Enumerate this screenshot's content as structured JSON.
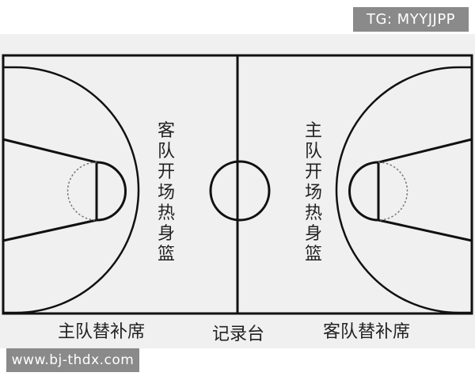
{
  "watermark_top": "TG: MYYJJPP",
  "watermark_bottom": "www.bj-thdx.com",
  "court": {
    "left_warmup": "客队开场热身篮",
    "right_warmup": "主队开场热身篮",
    "left_bench": "主队替补席",
    "scorer_table": "记录台",
    "right_bench": "客队替补席"
  },
  "colors": {
    "line": "#111111",
    "court_floor": "#f0f0f0",
    "watermark_bg": "#8a8a8a"
  }
}
